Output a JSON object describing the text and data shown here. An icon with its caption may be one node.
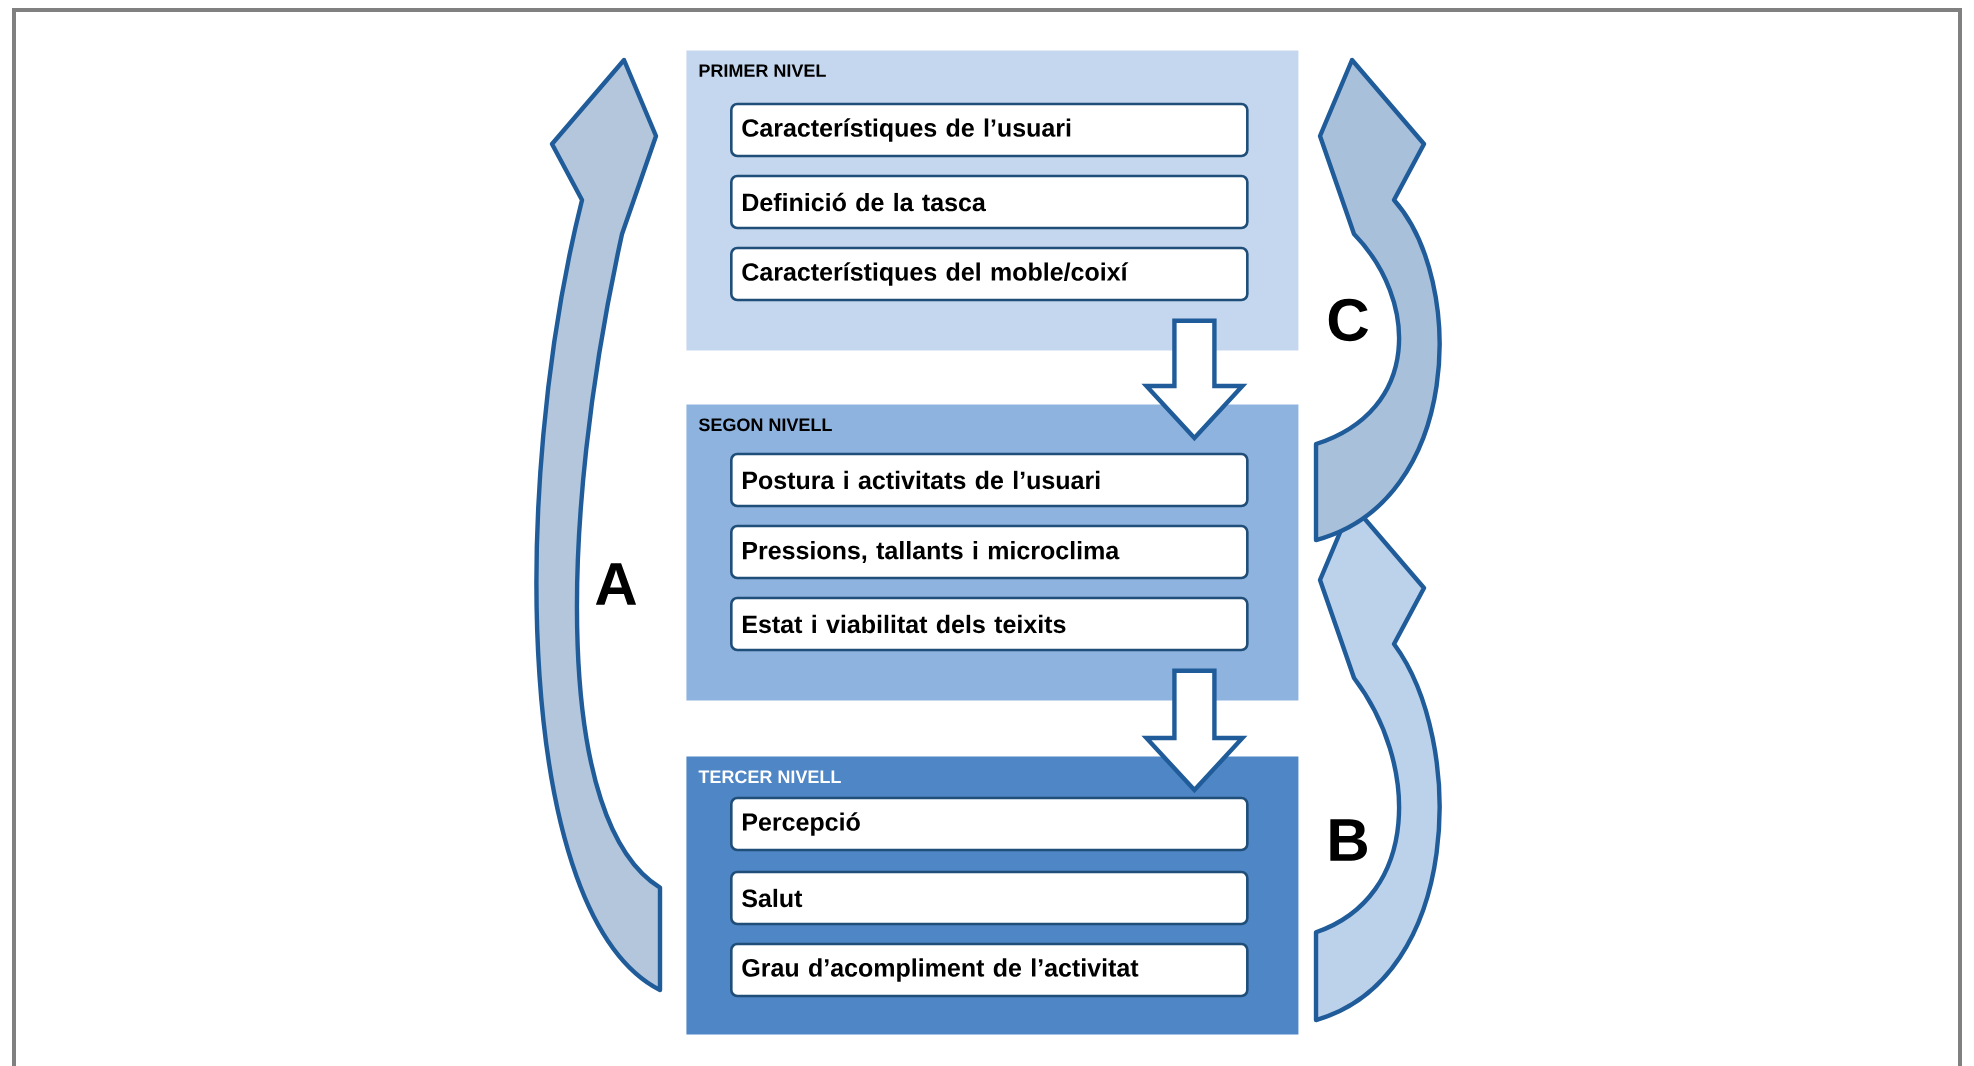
{
  "diagram": {
    "nodes": [
      {
        "text": [
          "PRIMER NIVEL"
        ]
      },
      {
        "text": [
          "Característiques de l’usuari"
        ],
        "in": 0
      },
      {
        "text": [
          "Definició de la tasca"
        ],
        "in": 0
      },
      {
        "text": [
          "Característiques del moble/coixí"
        ],
        "in": 0
      },
      {
        "text": [
          "SEGON NIVELL"
        ]
      },
      {
        "text": [
          "Postura i activitats de l’usuari"
        ],
        "in": 4
      },
      {
        "text": [
          "Pressions, tallants i microclima"
        ],
        "in": 4
      },
      {
        "text": [
          "Estat i viabilitat dels teixits"
        ],
        "in": 4
      },
      {
        "text": [
          "TERCER NIVELL"
        ]
      },
      {
        "text": [
          "Percepció"
        ],
        "in": 8
      },
      {
        "text": [
          "Salut"
        ],
        "in": 8
      },
      {
        "text": [
          "Grau d’acompliment de l’activitat"
        ],
        "in": 8
      }
    ],
    "edges": [
      {
        "from": 0,
        "to": 4,
        "arrow": "to"
      },
      {
        "from": 4,
        "to": 8,
        "arrow": "to"
      },
      {
        "from": 8,
        "to": 0,
        "arrow": "to",
        "label": "A"
      },
      {
        "from": 8,
        "to": 4,
        "arrow": "to",
        "label": "B"
      },
      {
        "from": 4,
        "to": 0,
        "arrow": "to",
        "label": "C"
      }
    ]
  }
}
